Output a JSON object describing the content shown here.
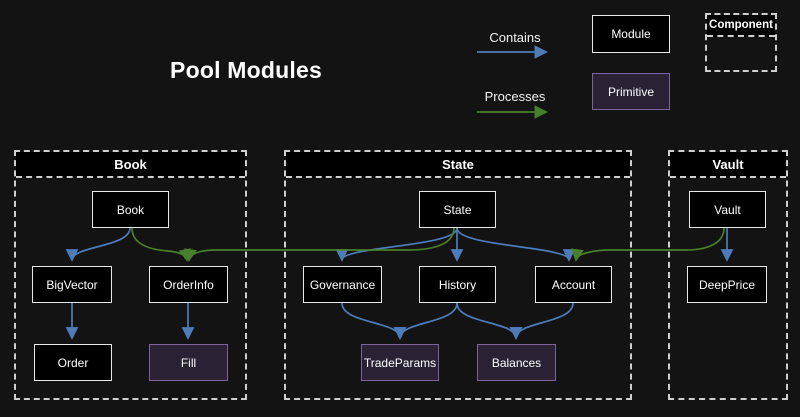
{
  "title": "Pool Modules",
  "legend": {
    "contains_label": "Contains",
    "processes_label": "Processes",
    "module_label": "Module",
    "primitive_label": "Primitive",
    "component_label": "Component"
  },
  "containers": [
    {
      "label": "Book",
      "nodes": [
        {
          "label": "Book",
          "type": "module"
        },
        {
          "label": "BigVector",
          "type": "module"
        },
        {
          "label": "OrderInfo",
          "type": "module"
        },
        {
          "label": "Order",
          "type": "module"
        },
        {
          "label": "Fill",
          "type": "primitive"
        }
      ]
    },
    {
      "label": "State",
      "nodes": [
        {
          "label": "State",
          "type": "module"
        },
        {
          "label": "Governance",
          "type": "module"
        },
        {
          "label": "History",
          "type": "module"
        },
        {
          "label": "Account",
          "type": "module"
        },
        {
          "label": "TradeParams",
          "type": "primitive"
        },
        {
          "label": "Balances",
          "type": "primitive"
        }
      ]
    },
    {
      "label": "Vault",
      "nodes": [
        {
          "label": "Vault",
          "type": "module"
        },
        {
          "label": "DeepPrice",
          "type": "module"
        }
      ]
    }
  ],
  "edges": {
    "contains": [
      {
        "from": "Book",
        "to": "BigVector"
      },
      {
        "from": "BigVector",
        "to": "Order"
      },
      {
        "from": "OrderInfo",
        "to": "Fill"
      },
      {
        "from": "State",
        "to": "Governance"
      },
      {
        "from": "State",
        "to": "History"
      },
      {
        "from": "State",
        "to": "Account"
      },
      {
        "from": "Governance",
        "to": "TradeParams"
      },
      {
        "from": "History",
        "to": "TradeParams"
      },
      {
        "from": "History",
        "to": "Balances"
      },
      {
        "from": "Account",
        "to": "Balances"
      },
      {
        "from": "Vault",
        "to": "DeepPrice"
      }
    ],
    "processes": [
      {
        "from": "Book",
        "to": "OrderInfo"
      },
      {
        "from": "State",
        "to": "OrderInfo"
      },
      {
        "from": "Vault",
        "to": "Account"
      }
    ]
  },
  "colors": {
    "background": "#131313",
    "contains_edge": "#4d7cb8",
    "processes_edge": "#47802c",
    "module_fill": "#000000",
    "module_border": "#e8e8e8",
    "primitive_fill": "#2a2135",
    "primitive_border": "#7d639c",
    "container_border": "#cfcfcf",
    "text": "#ffffff"
  }
}
